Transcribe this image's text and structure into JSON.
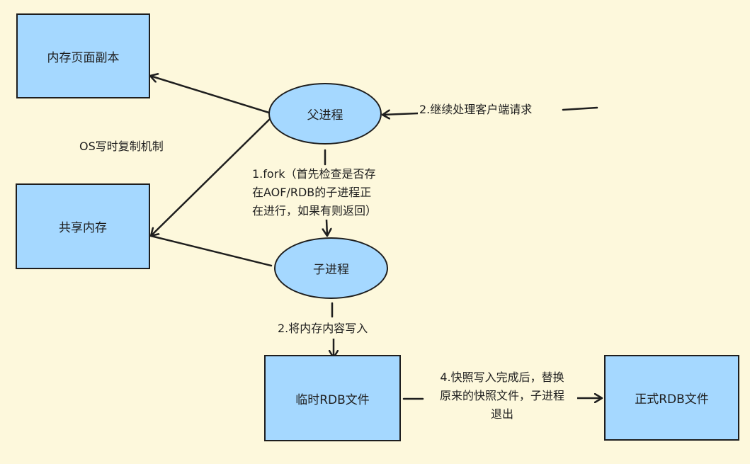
{
  "nodes": {
    "memory_page_copy": "内存页面副本",
    "shared_memory": "共享内存",
    "parent_process": "父进程",
    "child_process": "子进程",
    "temp_rdb": "临时RDB文件",
    "official_rdb": "正式RDB文件"
  },
  "labels": {
    "cow": "OS写时复制机制",
    "client": "2.继续处理客户端请求",
    "fork": [
      "1.fork（首先检查是否存",
      "在AOF/RDB的子进程正",
      "在进行，如果有则返回）"
    ],
    "write": "2.将内存内容写入",
    "replace": [
      "4.快照写入完成后，替换",
      "原来的快照文件，子进程",
      "退出"
    ]
  },
  "colors": {
    "background": "#fdf8dc",
    "node_fill": "#a5d8ff",
    "stroke": "#1e1e1e"
  }
}
